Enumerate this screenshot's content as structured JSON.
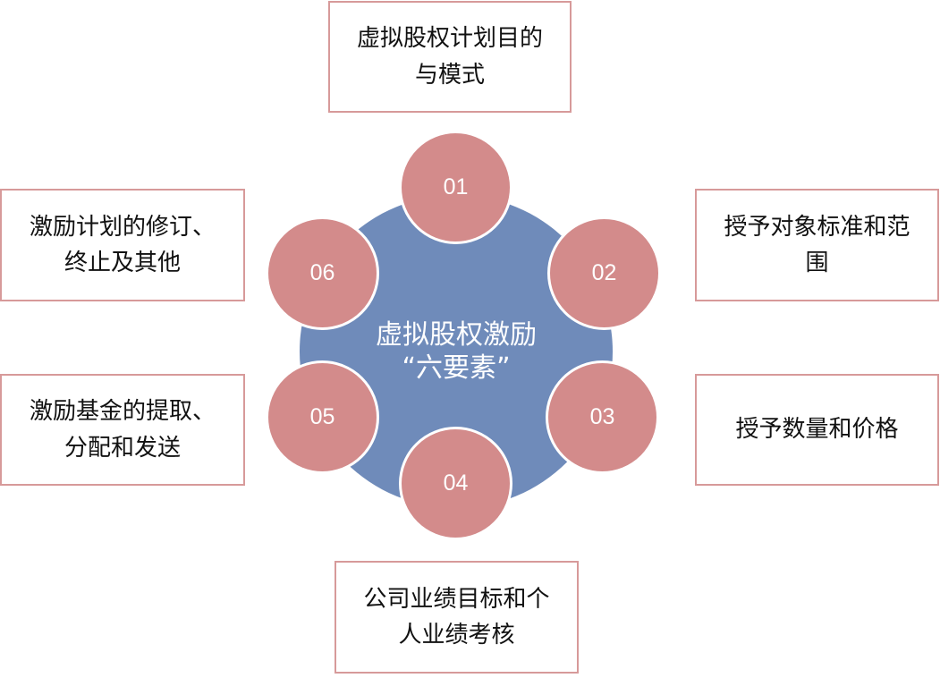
{
  "center": {
    "label": "虚拟股权激励\n“六要素”"
  },
  "nodes": [
    {
      "number": "01"
    },
    {
      "number": "02"
    },
    {
      "number": "03"
    },
    {
      "number": "04"
    },
    {
      "number": "05"
    },
    {
      "number": "06"
    }
  ],
  "boxes": {
    "b01": "虚拟股权计划目的\n与模式",
    "b02": "授予对象标准和范\n围",
    "b03": "授予数量和价格",
    "b04": "公司业绩目标和个\n人业绩考核",
    "b05": "激励基金的提取、\n分配和发送",
    "b06": "激励计划的修订、\n终止及其他"
  },
  "colors": {
    "center_fill": "#6f8bba",
    "node_fill": "#d38b8b",
    "box_border": "#d79a9a",
    "text_dark": "#111111",
    "text_light": "#ffffff"
  }
}
